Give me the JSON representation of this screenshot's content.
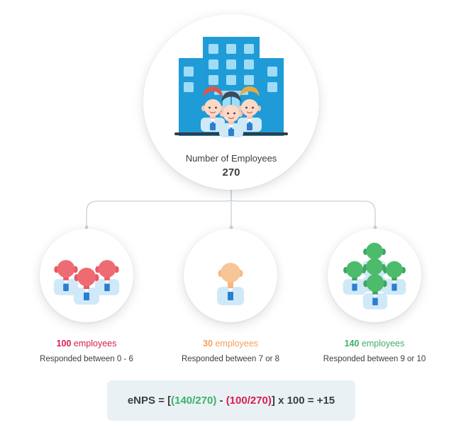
{
  "main": {
    "label": "Number of Employees",
    "value": "270"
  },
  "groups": [
    {
      "count": "100",
      "unit": " employees",
      "range": "Responded between 0 - 6",
      "color": "#d91d4f"
    },
    {
      "count": "30",
      "unit": " employees",
      "range": "Responded between 7 or 8",
      "color": "#f2a25c"
    },
    {
      "count": "140",
      "unit": " employees",
      "range": "Responded between 9 or 10",
      "color": "#3db06a"
    }
  ],
  "formula": {
    "prefix": "eNPS = [",
    "promoters": "(140/270)",
    "minus": " - ",
    "detractors": "(100/270)",
    "suffix": "] x 100 = +15"
  },
  "icons": {
    "main": "office-building-with-employees-icon",
    "detractors": "three-red-employees-icon",
    "passives": "one-orange-employee-icon",
    "promoters": "five-green-employees-icon"
  },
  "colors": {
    "building": "#1f9bd7",
    "window": "#9fdcf7",
    "badge": "#2c7fd0",
    "shirt": "#cfe9f8",
    "connector": "#c3d1da",
    "formula_bg": "#e9f1f5"
  }
}
